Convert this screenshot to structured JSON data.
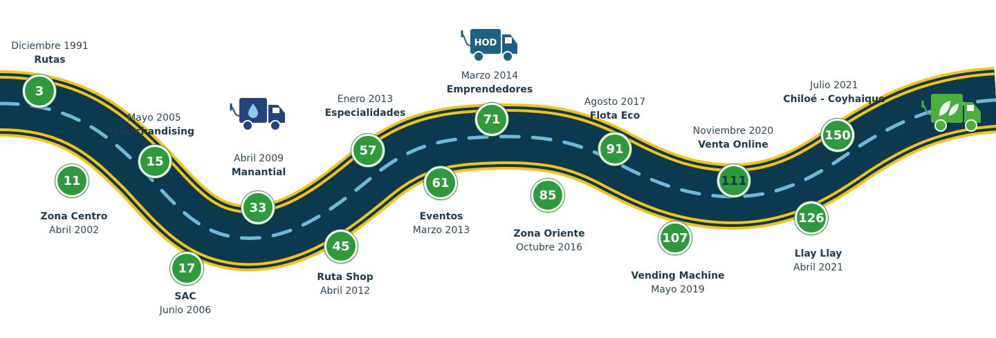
{
  "colors": {
    "road": "#0b3a4f",
    "road_edge": "#f5c21a",
    "road_dash": "#6fb9d8",
    "marker": "#2f9a3c",
    "truck_blue": "#23457c",
    "truck_teal": "#1e5f82",
    "truck_green": "#4caf3d"
  },
  "icons": {
    "manantial": "water-truck-icon",
    "emprendedores": "hod-electric-truck-icon",
    "chiloe": "eco-leaf-truck-icon"
  },
  "hod_label": "HOD",
  "milestones": [
    {
      "number": "3",
      "date": "Diciembre 1991",
      "name": "Rutas"
    },
    {
      "number": "11",
      "date": "Abril 2002",
      "name": "Zona Centro"
    },
    {
      "number": "15",
      "date": "Mayo 2005",
      "name": "Merchandising"
    },
    {
      "number": "17",
      "date": "Junio 2006",
      "name": "SAC"
    },
    {
      "number": "33",
      "date": "Abril 2009",
      "name": "Manantial"
    },
    {
      "number": "45",
      "date": "Abril 2012",
      "name": "Ruta Shop"
    },
    {
      "number": "57",
      "date": "Enero 2013",
      "name": "Especialidades"
    },
    {
      "number": "61",
      "date": "Marzo 2013",
      "name": "Eventos"
    },
    {
      "number": "71",
      "date": "Marzo 2014",
      "name": "Emprendedores"
    },
    {
      "number": "85",
      "date": "Octubre 2016",
      "name": "Zona Oriente"
    },
    {
      "number": "91",
      "date": "Agosto 2017",
      "name": "Flota Eco"
    },
    {
      "number": "107",
      "date": "Mayo 2019",
      "name": "Vending Machine"
    },
    {
      "number": "111",
      "date": "Noviembre 2020",
      "name": "Venta Online"
    },
    {
      "number": "126",
      "date": "Abril 2021",
      "name": "Llay Llay"
    },
    {
      "number": "150",
      "date": "Julio 2021",
      "name": "Chiloé - Coyhaique"
    }
  ]
}
